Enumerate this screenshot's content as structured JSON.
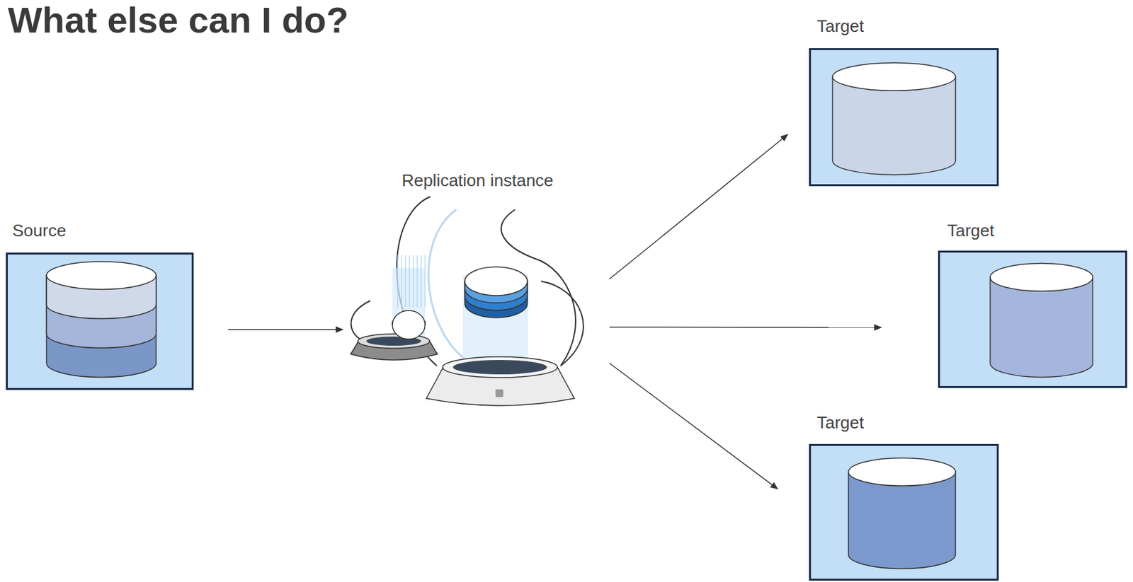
{
  "diagram": {
    "title": "What else can I do?",
    "nodes": [
      {
        "text": [
          "Source"
        ]
      },
      {
        "text": [
          "Replication instance"
        ]
      },
      {
        "text": [
          "Target"
        ]
      },
      {
        "text": [
          "Target"
        ]
      },
      {
        "text": [
          "Target"
        ]
      }
    ],
    "edges": [
      {
        "from": 0,
        "to": 1,
        "arrow": "to"
      },
      {
        "from": 1,
        "to": 2,
        "arrow": "to"
      },
      {
        "from": 1,
        "to": 3,
        "arrow": "to"
      },
      {
        "from": 1,
        "to": 4,
        "arrow": "to"
      }
    ]
  }
}
